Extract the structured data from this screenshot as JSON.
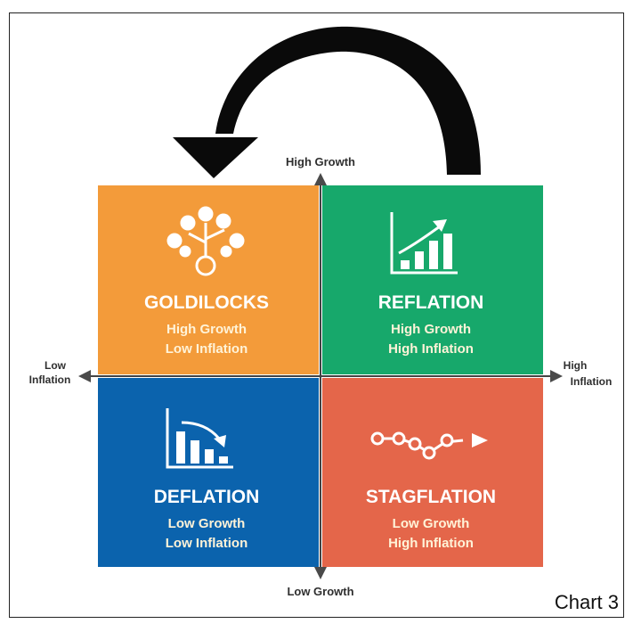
{
  "caption": "Chart 3",
  "axes": {
    "top": "High Growth",
    "bottom": "Low Growth",
    "left_line1": "Low",
    "left_line2": "Inflation",
    "right_line1": "High",
    "right_line2": "Inflation"
  },
  "quadrants": {
    "goldilocks": {
      "title": "GOLDILOCKS",
      "line1": "High Growth",
      "line2": "Low Inflation",
      "color": "#f39b3a"
    },
    "reflation": {
      "title": "REFLATION",
      "line1": "High Growth",
      "line2": "High Inflation",
      "color": "#17a86b"
    },
    "deflation": {
      "title": "DEFLATION",
      "line1": "Low Growth",
      "line2": "Low Inflation",
      "color": "#0b63ad"
    },
    "stagflation": {
      "title": "STAGFLATION",
      "line1": "Low Growth",
      "line2": "High Inflation",
      "color": "#e4664a"
    }
  },
  "icons": {
    "goldilocks": "money-tree-icon",
    "reflation": "rising-bar-chart-icon",
    "deflation": "falling-bar-chart-icon",
    "stagflation": "path-arrow-icon",
    "cycle": "curved-arrow-icon"
  }
}
